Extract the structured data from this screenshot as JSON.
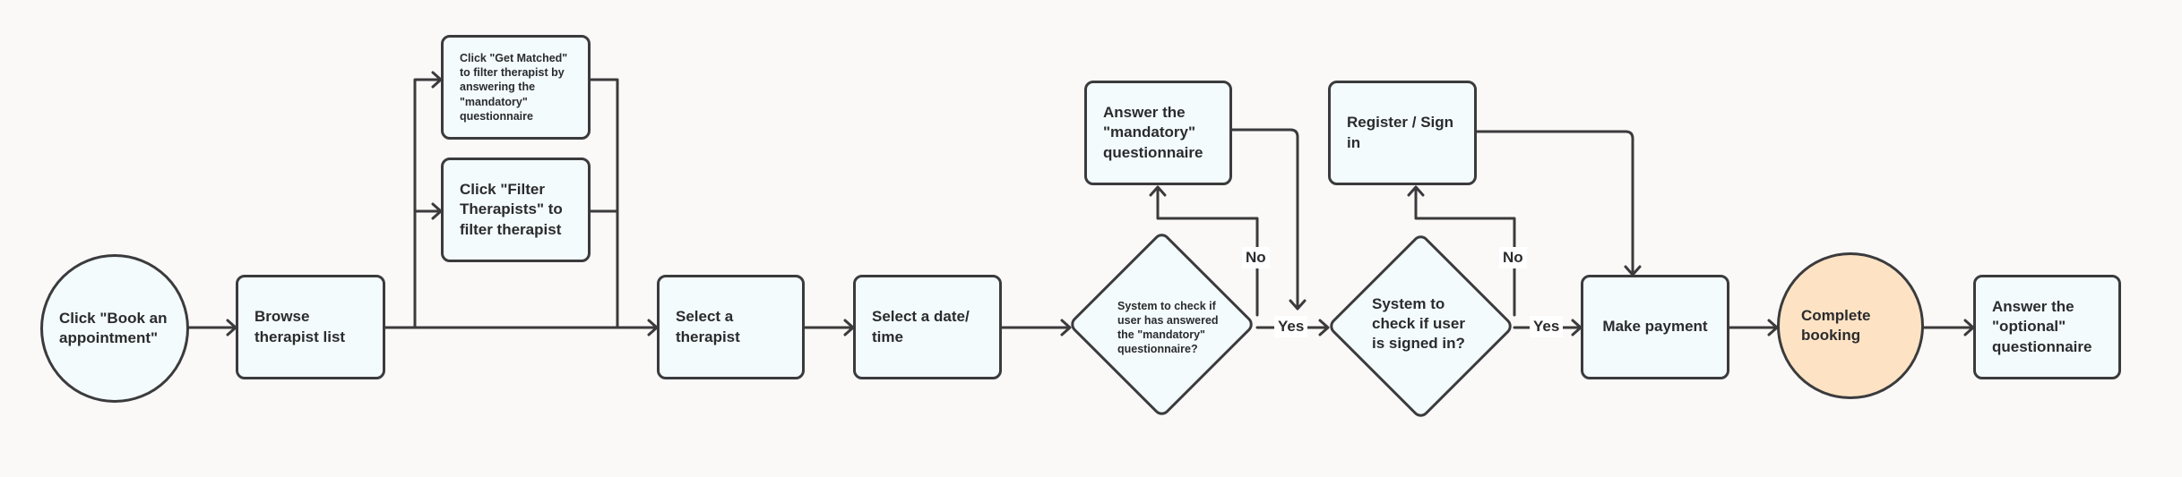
{
  "nodes": {
    "book": "Click \"Book an appointment\"",
    "browse": "Browse therapist list",
    "get_matched": "Click \"Get Matched\" to filter therapist by answering the \"mandatory\" questionnaire",
    "filter": "Click \"Filter Therapists\" to filter therapist",
    "select_therapist": "Select a therapist",
    "select_date": "Select a date/ time",
    "check_answered": "System to check if user has answered the \"mandatory\" questionnaire?",
    "answer_mandatory": "Answer the \"mandatory\" questionnaire",
    "check_signed": "System to check if user is signed in?",
    "register": "Register / Sign in",
    "payment": "Make payment",
    "complete": "Complete booking",
    "answer_optional": "Answer the \"optional\" questionnaire"
  },
  "edge_labels": {
    "no": "No",
    "yes": "Yes"
  },
  "colors": {
    "node_fill": "#f3fbfd",
    "accent_fill": "#fde3c4",
    "stroke": "#3b3b3d",
    "background": "#faf9f8"
  }
}
